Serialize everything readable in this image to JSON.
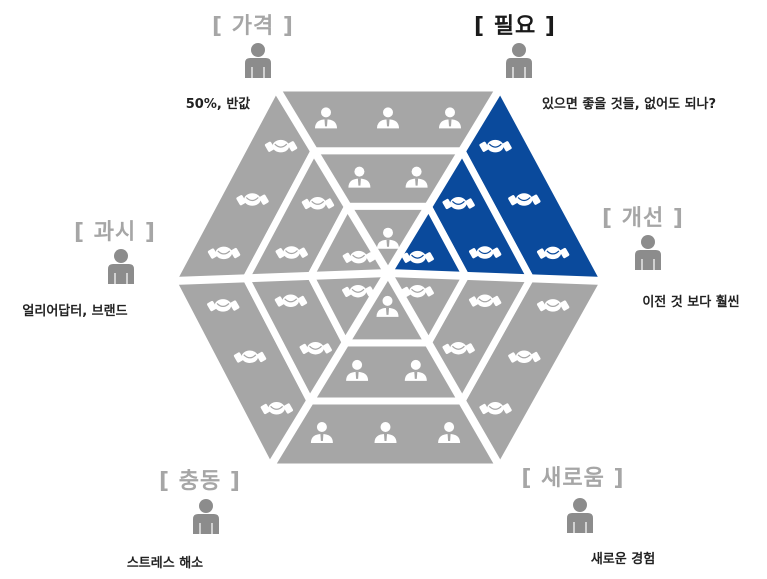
{
  "categories": [
    {
      "id": "price",
      "label": "[ 가격 ]",
      "description": "50%, 반값",
      "active": false
    },
    {
      "id": "need",
      "label": "[ 필요 ]",
      "description": "있으면 좋을 것들, 없어도 되나?",
      "active": true
    },
    {
      "id": "improve",
      "label": "[ 개선 ]",
      "description": "이전 것 보다 훨씬",
      "active": false
    },
    {
      "id": "novelty",
      "label": "[ 새로움 ]",
      "description": "새로운 경험",
      "active": false
    },
    {
      "id": "impulse",
      "label": "[ 충동 ]",
      "description": "스트레스 해소",
      "active": false
    },
    {
      "id": "showoff",
      "label": "[ 과시 ]",
      "description": "얼리어답터, 브랜드",
      "active": false
    }
  ],
  "colors": {
    "segment_gray": "#a6a6a6",
    "segment_active": "#0a4a9c",
    "label_inactive": "#a6a6a6",
    "label_active": "#1a1a1a",
    "text": "#222222",
    "icon_gray": "#8c8c8c"
  },
  "icons": {
    "person": "person-icon",
    "handshake": "handshake-icon",
    "presenter": "presenter-icon"
  }
}
